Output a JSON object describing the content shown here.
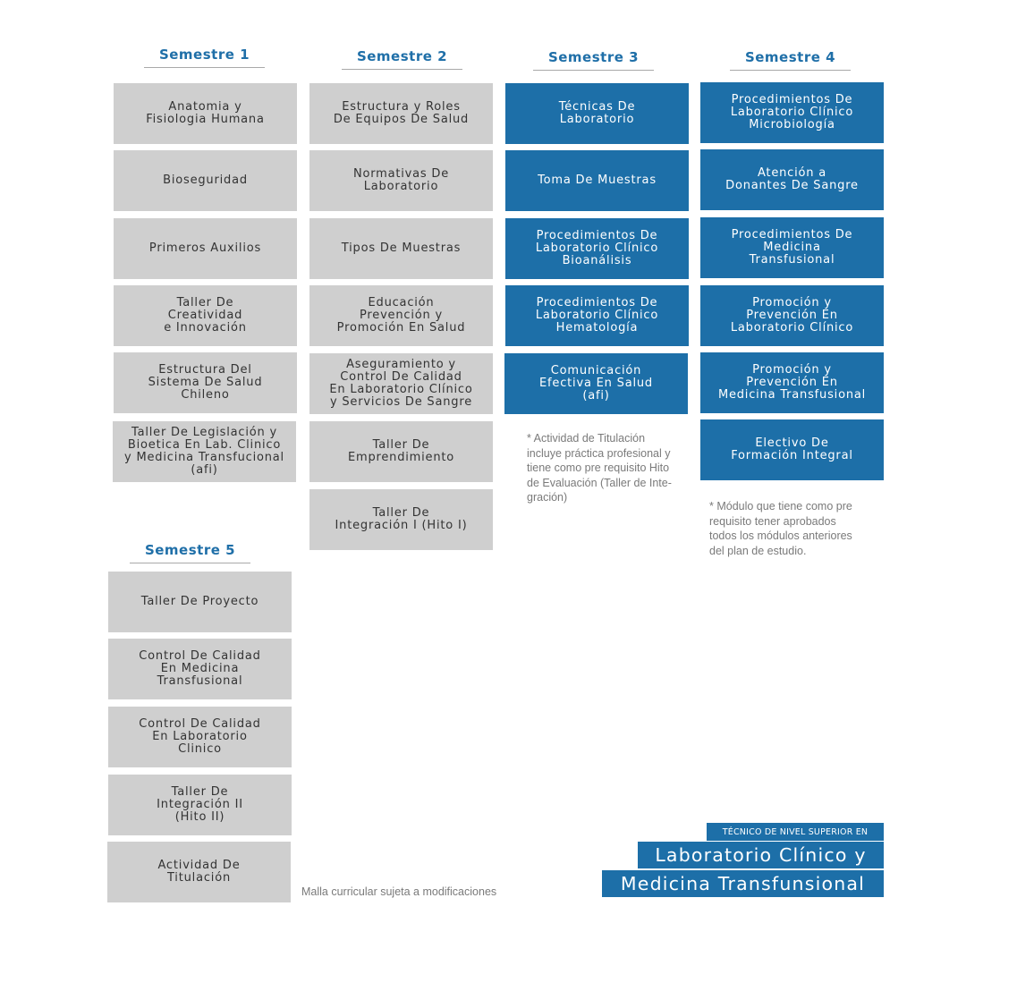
{
  "semesters": [
    {
      "title": "Semestre 1",
      "items": [
        "Anatomia y\nFisiologia Humana",
        "Bioseguridad",
        "Primeros Auxilios",
        "Taller De\nCreatividad\ne Innovación",
        "Estructura Del\nSistema De Salud\nChileno",
        "Taller De Legislación y\nBioetica En Lab. Clinico\ny Medicina Transfucional\n(afi)"
      ]
    },
    {
      "title": "Semestre 2",
      "items": [
        "Estructura y Roles\nDe Equipos De Salud",
        "Normativas De\nLaboratorio",
        "Tipos De Muestras",
        "Educación\nPrevención y\nPromoción En Salud",
        "Aseguramiento y\nControl De Calidad\nEn Laboratorio Clínico\ny Servicios De Sangre",
        "Taller De\nEmprendimiento",
        "Taller De\nIntegración I (Hito I)"
      ]
    },
    {
      "title": "Semestre 3",
      "items": [
        "Técnicas De\nLaboratorio",
        "Toma De Muestras",
        "Procedimientos De\nLaboratorio Clínico\nBioanálisis",
        "Procedimientos De\nLaboratorio Clínico\nHematología",
        "Comunicación\nEfectiva En Salud\n(afi)"
      ],
      "note": "* Actividad de Titulación\nincluye práctica profesional y\ntiene como pre requisito Hito\nde Evaluación (Taller de Inte-\ngración)"
    },
    {
      "title": "Semestre 4",
      "items": [
        "Procedimientos De\nLaboratorio Clínico\nMicrobiología",
        "Atención a\nDonantes De Sangre",
        "Procedimientos De\nMedicina\nTransfusional",
        "Promoción y\nPrevención En\nLaboratorio Clínico",
        "Promoción y\nPrevención En\nMedicina Transfusional",
        "Electivo De\nFormación Integral"
      ],
      "note": "* Módulo que tiene como pre\nrequisito tener aprobados\ntodos los módulos anteriores\ndel plan de estudio."
    },
    {
      "title": "Semestre 5",
      "items": [
        "Taller De Proyecto",
        "Control De Calidad\nEn Medicina\nTransfusional",
        "Control De Calidad\nEn Laboratorio\nClinico",
        "Taller De\nIntegración II\n(Hito II)",
        "Actividad De\nTitulación"
      ]
    }
  ],
  "footer_note": "Malla curricular sujeta a modificaciones",
  "program": {
    "tag": "TÉCNICO DE NIVEL SUPERIOR EN",
    "line1": "Laboratorio Clínico y",
    "line2": "Medicina Transfunsional"
  },
  "colors": {
    "accent_blue": "#1d6fa8",
    "grey_box": "#cfcfcf",
    "title_blue": "#1f6fa8"
  }
}
